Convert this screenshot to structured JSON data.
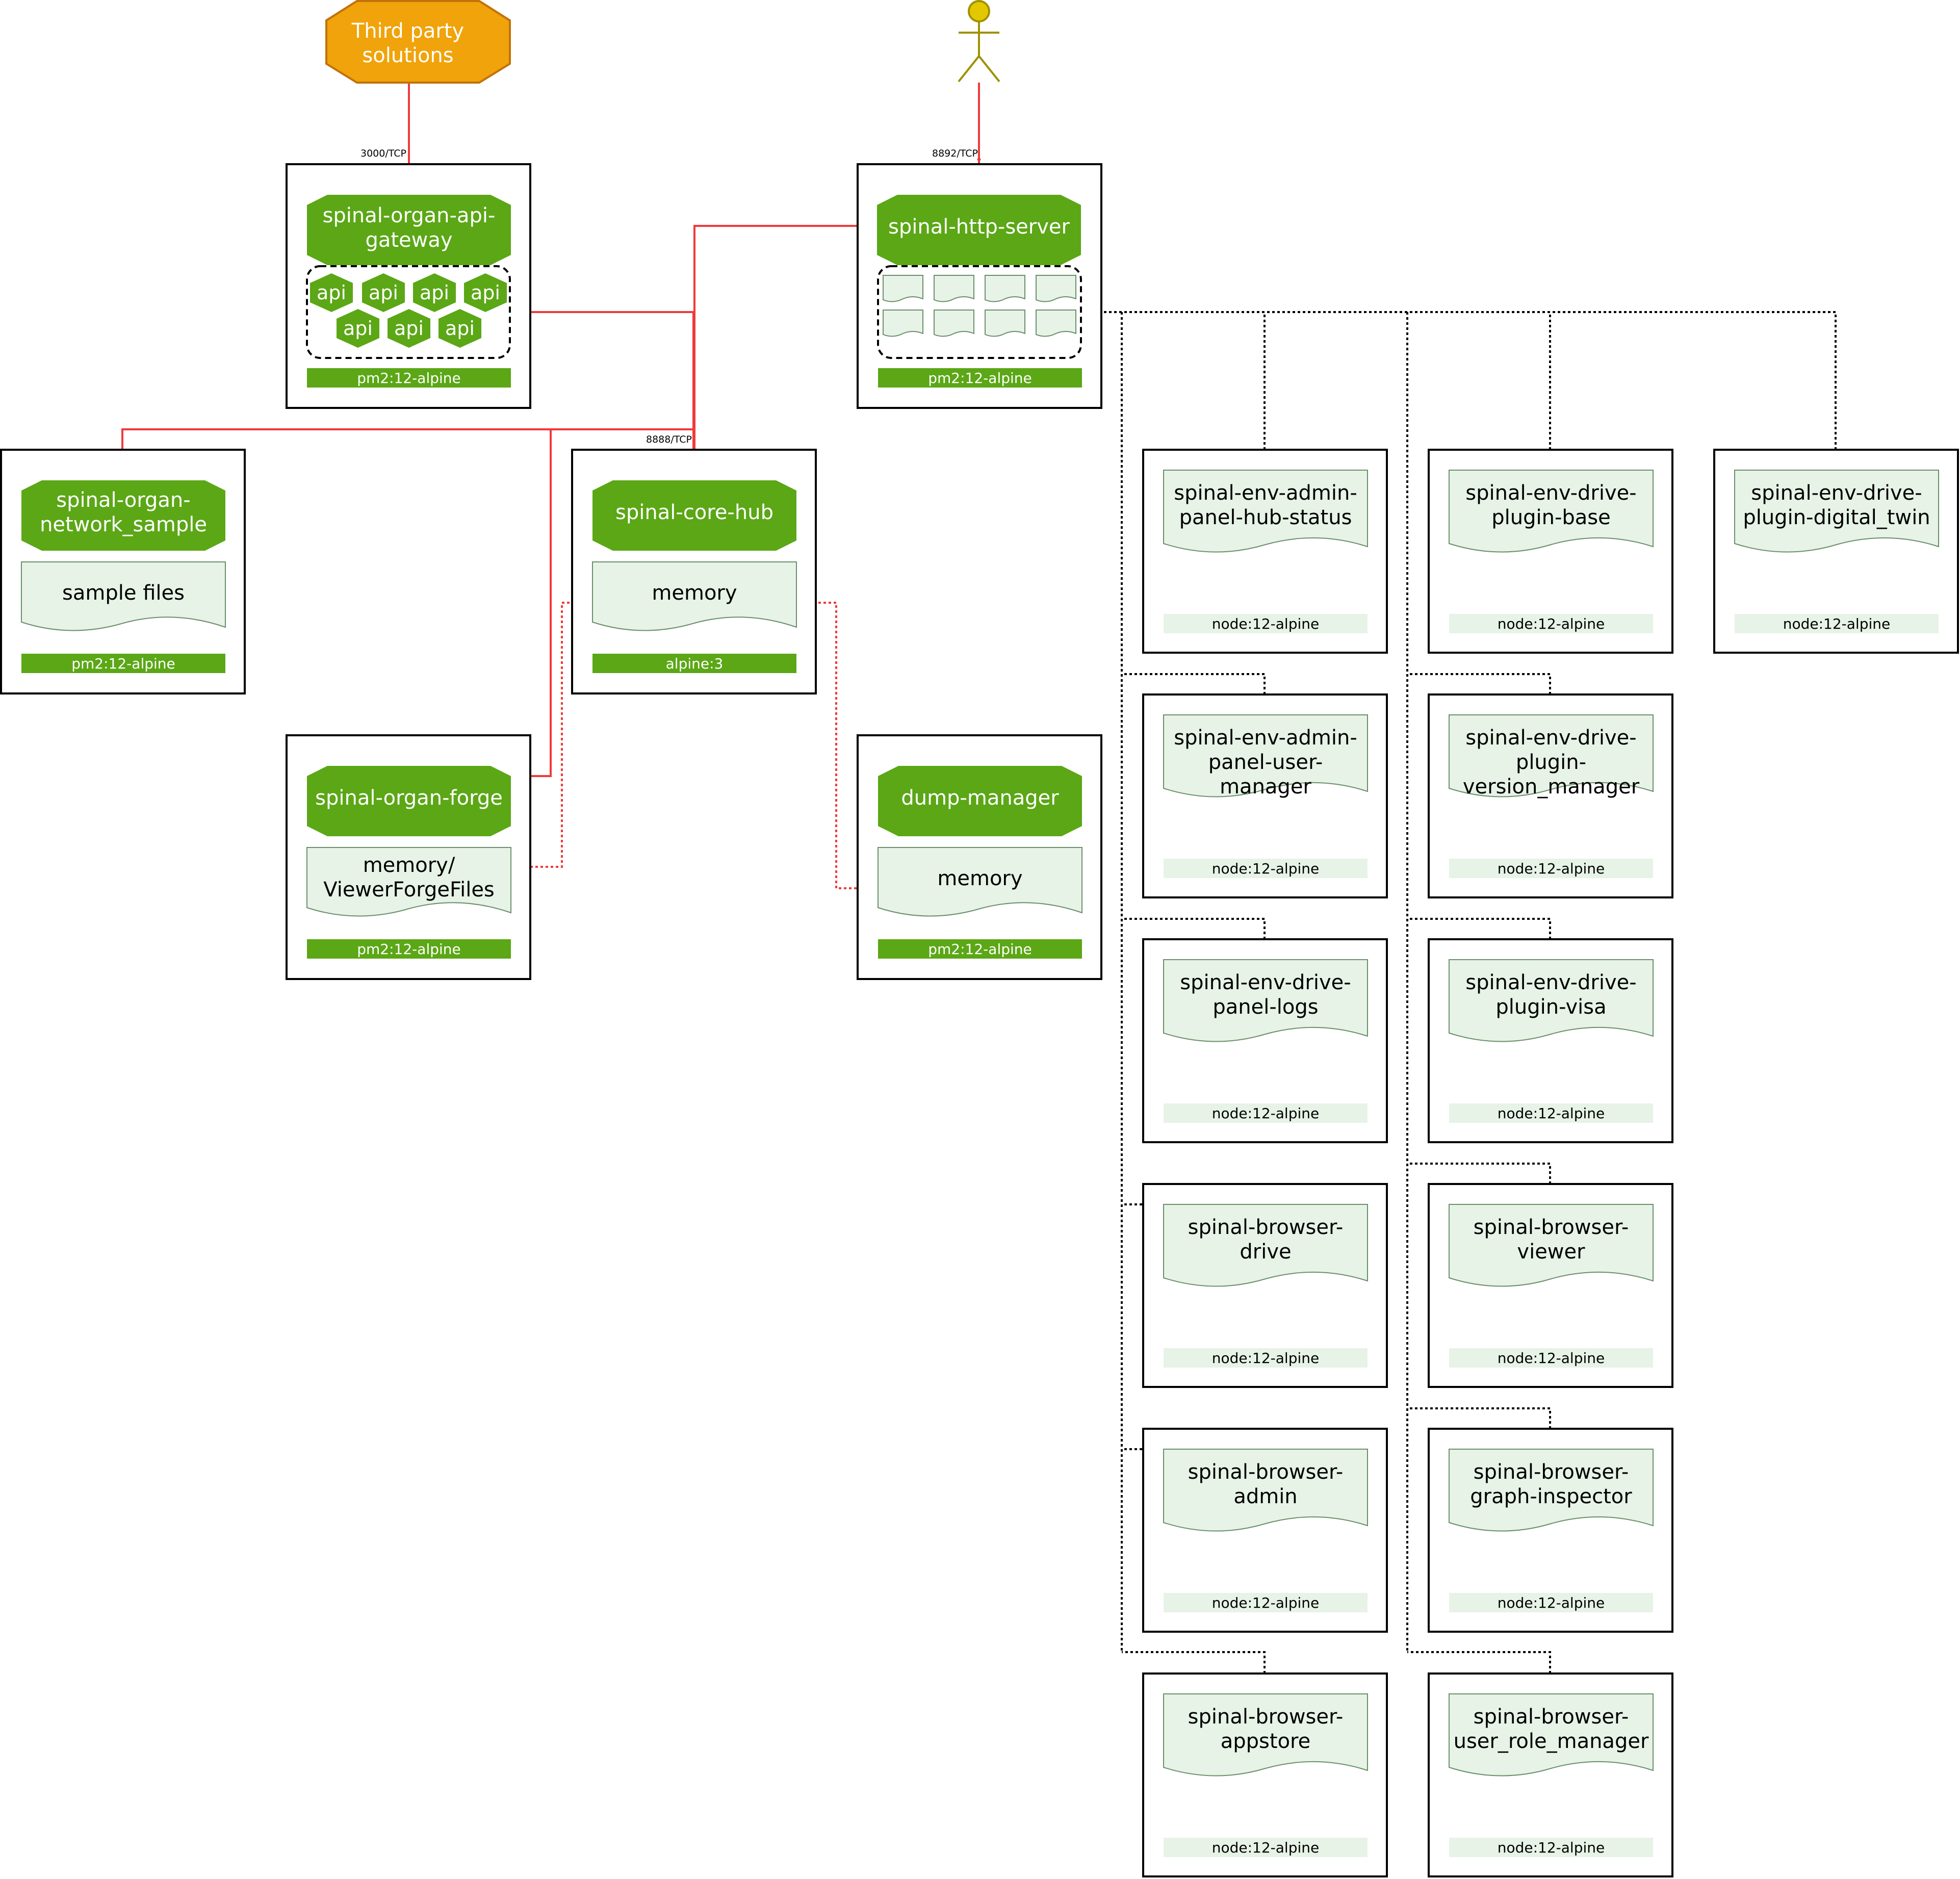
{
  "third_party": {
    "lines": [
      "Third party",
      "solutions"
    ]
  },
  "ports": {
    "api_gateway": "3000/TCP",
    "http_server": "8892/TCP",
    "core_hub": "8888/TCP"
  },
  "api_label": "api",
  "colors": {
    "green": "#5ba716",
    "doc_fill": "#e6f3e6",
    "orange": "#f0a30a",
    "red_line": "#ef3a3a",
    "actor": "#e3c800"
  },
  "services": {
    "api_gateway": {
      "lines": [
        "spinal-organ-api-",
        "gateway"
      ],
      "tag": "pm2:12-alpine"
    },
    "http_server": {
      "lines": [
        "spinal-http-server"
      ],
      "tag": "pm2:12-alpine"
    },
    "network_sample": {
      "lines": [
        "spinal-organ-",
        "network_sample"
      ],
      "doc": [
        "sample files"
      ],
      "tag": "pm2:12-alpine"
    },
    "core_hub": {
      "lines": [
        "spinal-core-hub"
      ],
      "doc": [
        "memory"
      ],
      "tag": "alpine:3"
    },
    "organ_forge": {
      "lines": [
        "spinal-organ-forge"
      ],
      "doc": [
        "memory/",
        "ViewerForgeFiles"
      ],
      "tag": "pm2:12-alpine"
    },
    "dump_manager": {
      "lines": [
        "dump-manager"
      ],
      "doc": [
        "memory"
      ],
      "tag": "pm2:12-alpine"
    }
  },
  "envs": [
    {
      "lines": [
        "spinal-env-admin-",
        "panel-hub-status"
      ],
      "tag": "node:12-alpine"
    },
    {
      "lines": [
        "spinal-env-drive-",
        "plugin-base"
      ],
      "tag": "node:12-alpine"
    },
    {
      "lines": [
        "spinal-env-drive-",
        "plugin-digital_twin"
      ],
      "tag": "node:12-alpine"
    },
    {
      "lines": [
        "spinal-env-admin-",
        "panel-user-",
        "manager"
      ],
      "tag": "node:12-alpine"
    },
    {
      "lines": [
        "spinal-env-drive-",
        "plugin-",
        "version_manager"
      ],
      "tag": "node:12-alpine"
    },
    {
      "lines": [
        "spinal-env-drive-",
        "panel-logs"
      ],
      "tag": "node:12-alpine"
    },
    {
      "lines": [
        "spinal-env-drive-",
        "plugin-visa"
      ],
      "tag": "node:12-alpine"
    },
    {
      "lines": [
        "spinal-browser-",
        "drive"
      ],
      "tag": "node:12-alpine"
    },
    {
      "lines": [
        "spinal-browser-",
        "viewer"
      ],
      "tag": "node:12-alpine"
    },
    {
      "lines": [
        "spinal-browser-",
        "admin"
      ],
      "tag": "node:12-alpine"
    },
    {
      "lines": [
        "spinal-browser-",
        "graph-inspector"
      ],
      "tag": "node:12-alpine"
    },
    {
      "lines": [
        "spinal-browser-",
        "appstore"
      ],
      "tag": "node:12-alpine"
    },
    {
      "lines": [
        "spinal-browser-",
        "user_role_manager"
      ],
      "tag": "node:12-alpine"
    }
  ]
}
